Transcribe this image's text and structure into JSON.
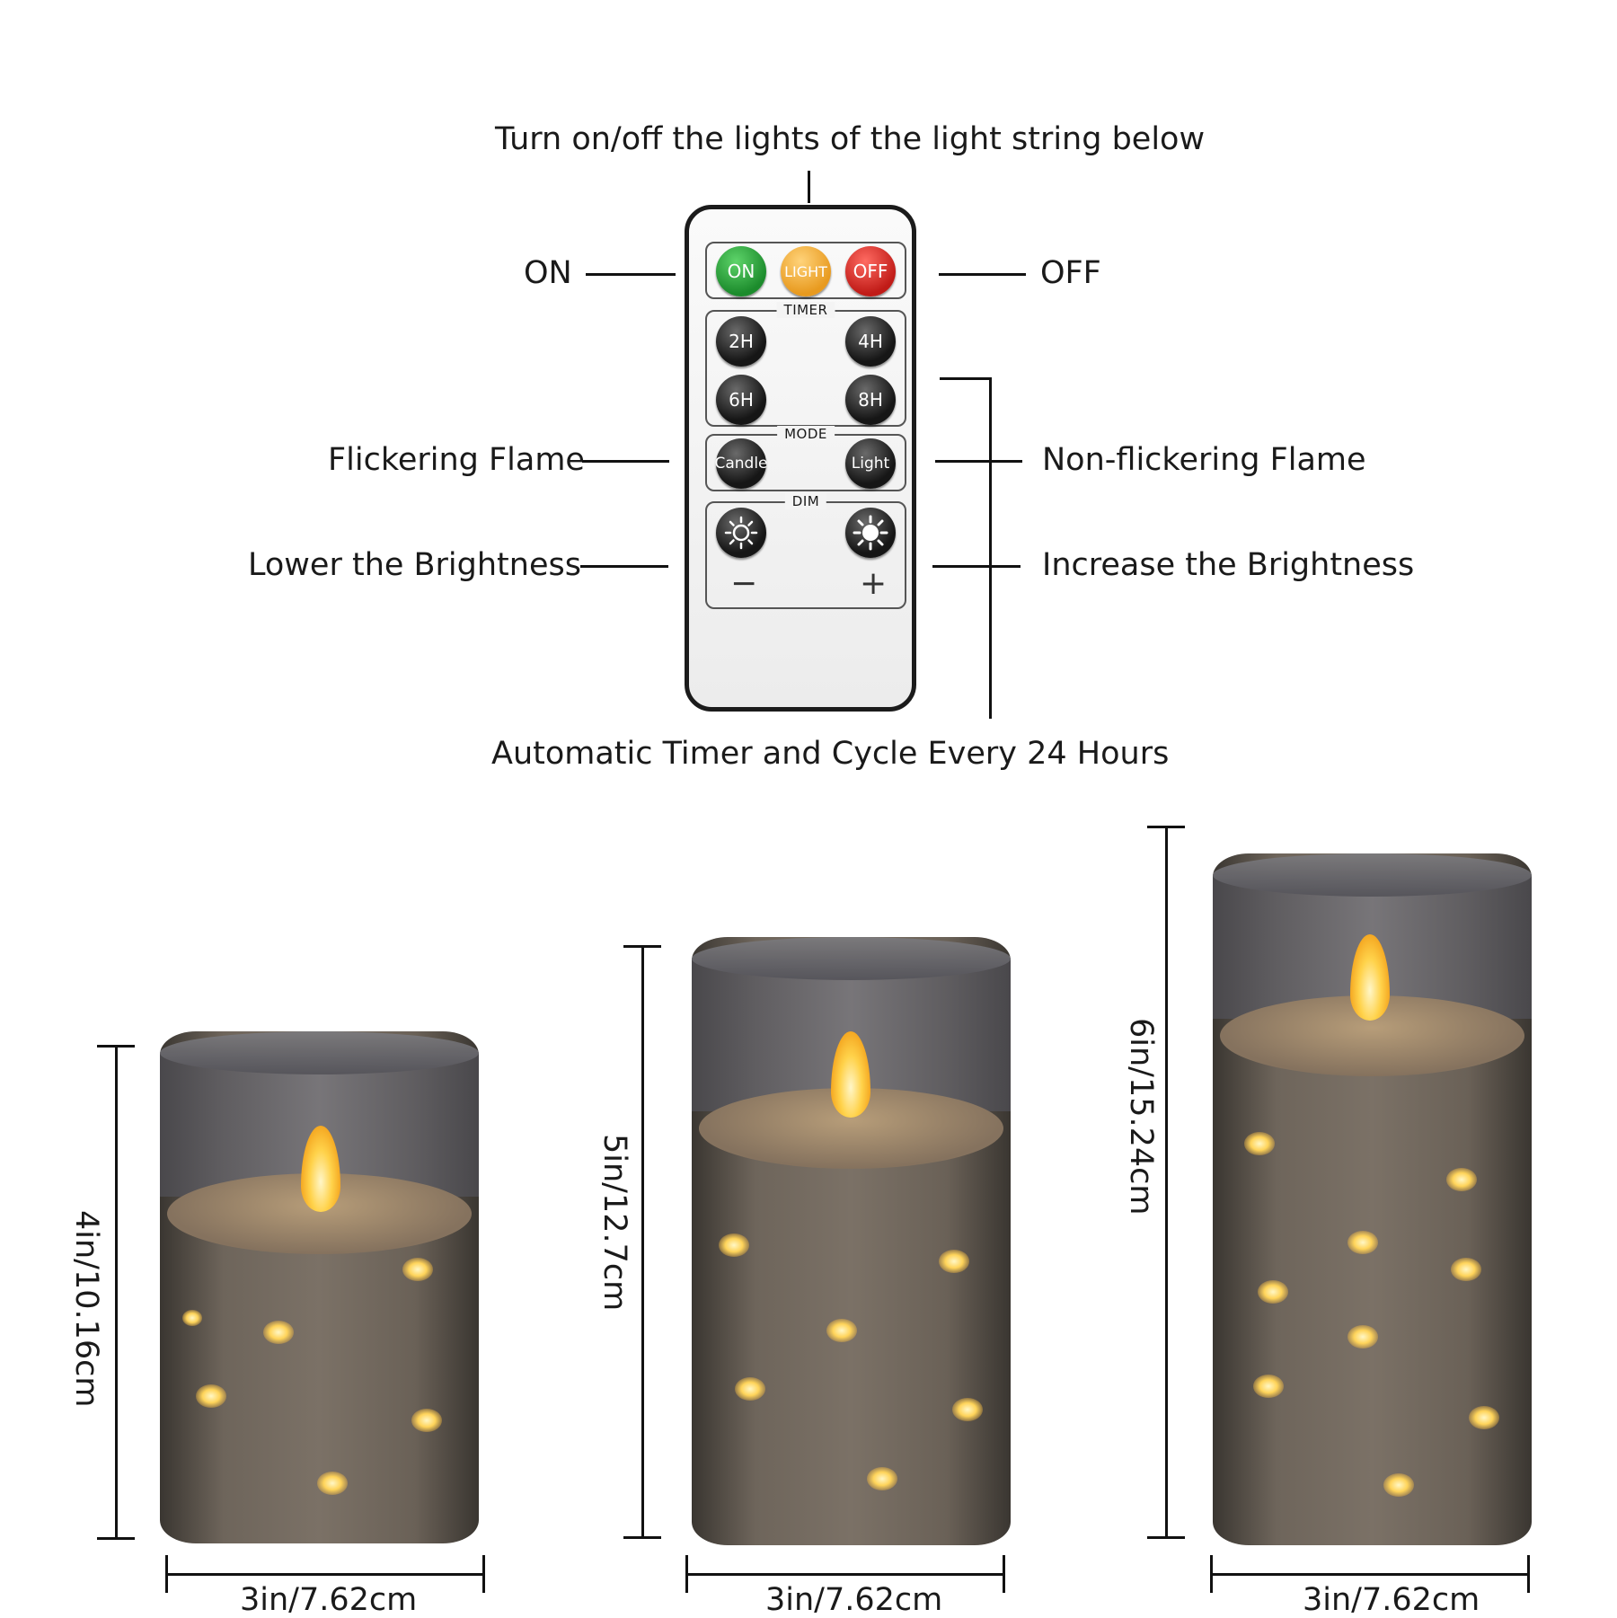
{
  "callouts": {
    "top": "Turn on/off the lights of the light string below",
    "on": "ON",
    "off": "OFF",
    "flicker": "Flickering Flame",
    "non_flicker": "Non-flickering Flame",
    "lower": "Lower the Brightness",
    "increase": "Increase the Brightness",
    "timer": "Automatic Timer and Cycle Every 24 Hours"
  },
  "remote": {
    "power_buttons": [
      "ON",
      "LIGHT",
      "OFF"
    ],
    "timer_title": "TIMER",
    "timer_buttons": [
      "2H",
      "4H",
      "6H",
      "8H"
    ],
    "mode_title": "MODE",
    "mode_buttons": [
      "Candle",
      "Light"
    ],
    "dim_title": "DIM",
    "dim_minus": "−",
    "dim_plus": "+"
  },
  "candles": [
    {
      "height": "4in/10.16cm",
      "width": "3in/7.62cm"
    },
    {
      "height": "5in/12.7cm",
      "width": "3in/7.62cm"
    },
    {
      "height": "6in/15.24cm",
      "width": "3in/7.62cm"
    }
  ],
  "colors": {
    "on_button": "#1c8b2c",
    "light_button": "#e89a1f",
    "off_button": "#c01b17",
    "flame": "#ffd24a"
  }
}
